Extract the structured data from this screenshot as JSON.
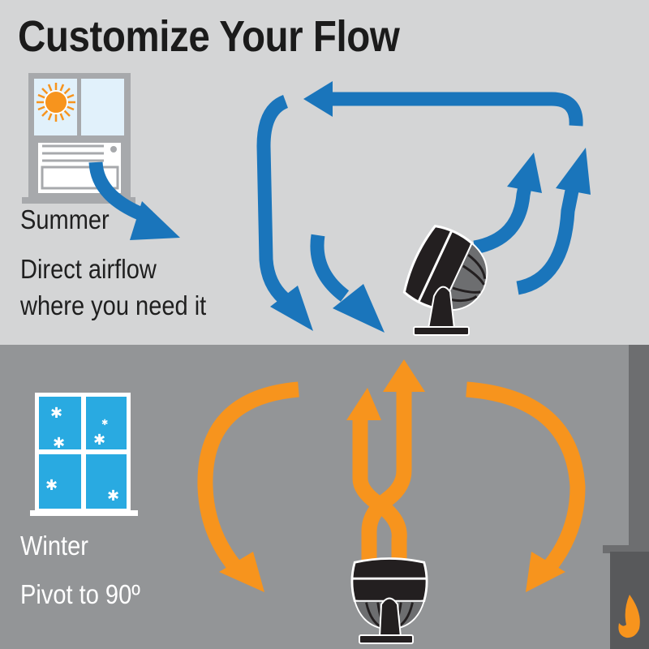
{
  "title": "Customize Your Flow",
  "summer": {
    "heading": "Summer",
    "line1": "Direct airflow",
    "line2": "where you need it"
  },
  "winter": {
    "heading": "Winter",
    "line1": "Pivot to 90º"
  },
  "colors": {
    "top_bg": "#d4d5d6",
    "bottom_bg": "#939597",
    "blue_arrow": "#1a75bb",
    "orange_arrow": "#f7941d",
    "fan": "#231f20"
  },
  "icons": [
    "window-sun-ac-icon",
    "fan-icon",
    "window-snow-icon",
    "fireplace-flame-icon"
  ]
}
